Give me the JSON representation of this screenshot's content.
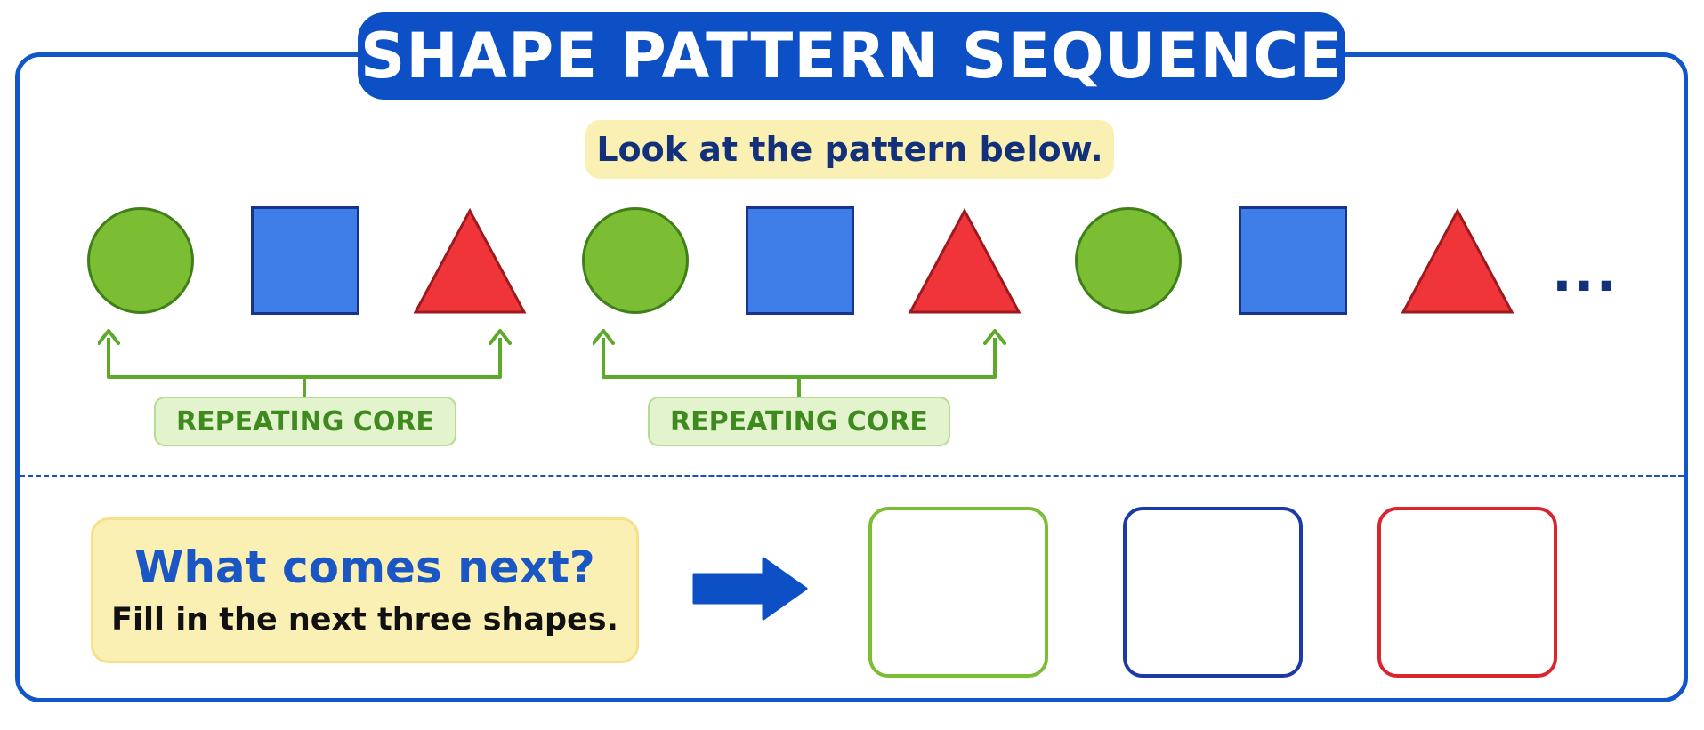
{
  "title": "SHAPE PATTERN SEQUENCE",
  "instruction": "Look at the pattern below.",
  "pattern": {
    "shapes": [
      "circle",
      "square",
      "triangle",
      "circle",
      "square",
      "triangle",
      "circle",
      "square",
      "triangle"
    ],
    "continuation": "..."
  },
  "cores": [
    {
      "label": "REPEATING CORE"
    },
    {
      "label": "REPEATING CORE"
    }
  ],
  "question": {
    "title": "What comes next?",
    "subtitle": "Fill in the next three shapes."
  },
  "colors": {
    "circle": "#7bbd33",
    "square": "#3f7de8",
    "triangle": "#f0353a",
    "accent": "#0d4fc4",
    "core": "#5da92a"
  },
  "answer_boxes": [
    {
      "border_color": "#7bbd33"
    },
    {
      "border_color": "#1c3aa3"
    },
    {
      "border_color": "#d9262e"
    }
  ]
}
